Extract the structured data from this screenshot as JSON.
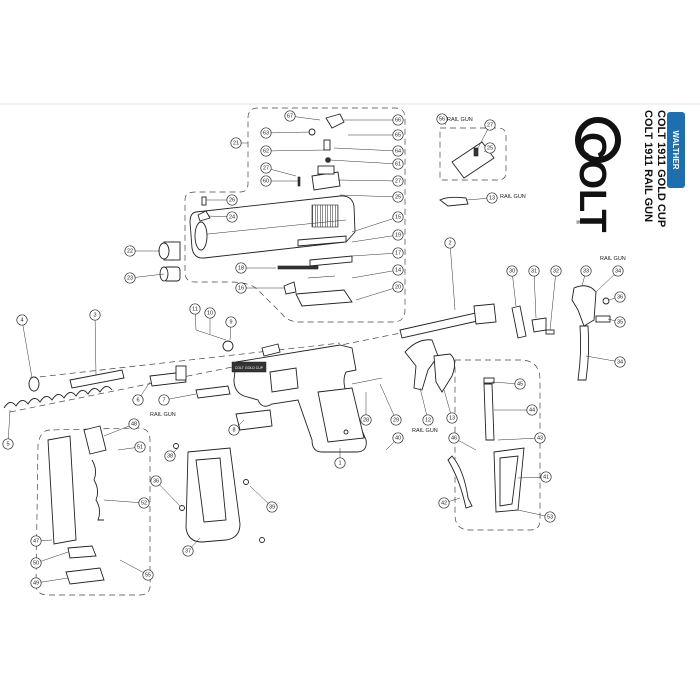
{
  "titles": {
    "line1": "COLT 1911 GOLD CUP",
    "line2": "COLT 1911 RAIL GUN"
  },
  "brands": {
    "colt": "COLT",
    "walther": "WALTHER",
    "trademark": "®"
  },
  "labels": {
    "rail_gun": "RAIL GUN",
    "slide_marking": "COLT GOLD CUP"
  },
  "colors": {
    "walther_blue": "#1e6fb0",
    "line": "#222222"
  },
  "callouts": [
    {
      "key": "c67",
      "text": "67"
    },
    {
      "key": "c66",
      "text": "66"
    },
    {
      "key": "c63",
      "text": "63"
    },
    {
      "key": "c65",
      "text": "65"
    },
    {
      "key": "c21",
      "text": "21"
    },
    {
      "key": "c62",
      "text": "62"
    },
    {
      "key": "c64",
      "text": "64"
    },
    {
      "key": "c27a",
      "text": "27"
    },
    {
      "key": "c61",
      "text": "61"
    },
    {
      "key": "c60",
      "text": "60"
    },
    {
      "key": "c27b",
      "text": "27"
    },
    {
      "key": "c25a",
      "text": "25"
    },
    {
      "key": "c26",
      "text": "26"
    },
    {
      "key": "c24",
      "text": "24"
    },
    {
      "key": "c56",
      "text": "56"
    },
    {
      "key": "c27c",
      "text": "27"
    },
    {
      "key": "c25b",
      "text": "25"
    },
    {
      "key": "c13a",
      "text": "13"
    },
    {
      "key": "c22",
      "text": "22"
    },
    {
      "key": "c23",
      "text": "23"
    },
    {
      "key": "c15",
      "text": "15"
    },
    {
      "key": "c19",
      "text": "19"
    },
    {
      "key": "c18",
      "text": "18"
    },
    {
      "key": "c17",
      "text": "17"
    },
    {
      "key": "c16",
      "text": "16"
    },
    {
      "key": "c14",
      "text": "14"
    },
    {
      "key": "c20",
      "text": "20"
    },
    {
      "key": "c2",
      "text": "2"
    },
    {
      "key": "c30",
      "text": "30"
    },
    {
      "key": "c31",
      "text": "31"
    },
    {
      "key": "c32",
      "text": "32"
    },
    {
      "key": "c33",
      "text": "33"
    },
    {
      "key": "c34a",
      "text": "34"
    },
    {
      "key": "c36",
      "text": "36"
    },
    {
      "key": "c35",
      "text": "35"
    },
    {
      "key": "c34b",
      "text": "34"
    },
    {
      "key": "c11",
      "text": "11"
    },
    {
      "key": "c10",
      "text": "10"
    },
    {
      "key": "c9",
      "text": "9"
    },
    {
      "key": "c4",
      "text": "4"
    },
    {
      "key": "c3",
      "text": "3"
    },
    {
      "key": "c6",
      "text": "6"
    },
    {
      "key": "c7",
      "text": "7"
    },
    {
      "key": "c5",
      "text": "5"
    },
    {
      "key": "c8",
      "text": "8"
    },
    {
      "key": "c28",
      "text": "28"
    },
    {
      "key": "c29",
      "text": "29"
    },
    {
      "key": "c1",
      "text": "1"
    },
    {
      "key": "c40",
      "text": "40"
    },
    {
      "key": "c12",
      "text": "12"
    },
    {
      "key": "c13b",
      "text": "13"
    },
    {
      "key": "c45",
      "text": "45"
    },
    {
      "key": "c44",
      "text": "44"
    },
    {
      "key": "c43",
      "text": "43"
    },
    {
      "key": "c46",
      "text": "46"
    },
    {
      "key": "c41",
      "text": "41"
    },
    {
      "key": "c42",
      "text": "42"
    },
    {
      "key": "c53",
      "text": "53"
    },
    {
      "key": "c48",
      "text": "48"
    },
    {
      "key": "c51",
      "text": "51"
    },
    {
      "key": "c52",
      "text": "52"
    },
    {
      "key": "c47",
      "text": "47"
    },
    {
      "key": "c50",
      "text": "50"
    },
    {
      "key": "c49",
      "text": "49"
    },
    {
      "key": "c55",
      "text": "55"
    },
    {
      "key": "c38",
      "text": "38"
    },
    {
      "key": "c36b",
      "text": "36"
    },
    {
      "key": "c39",
      "text": "39"
    },
    {
      "key": "c37",
      "text": "37"
    }
  ]
}
